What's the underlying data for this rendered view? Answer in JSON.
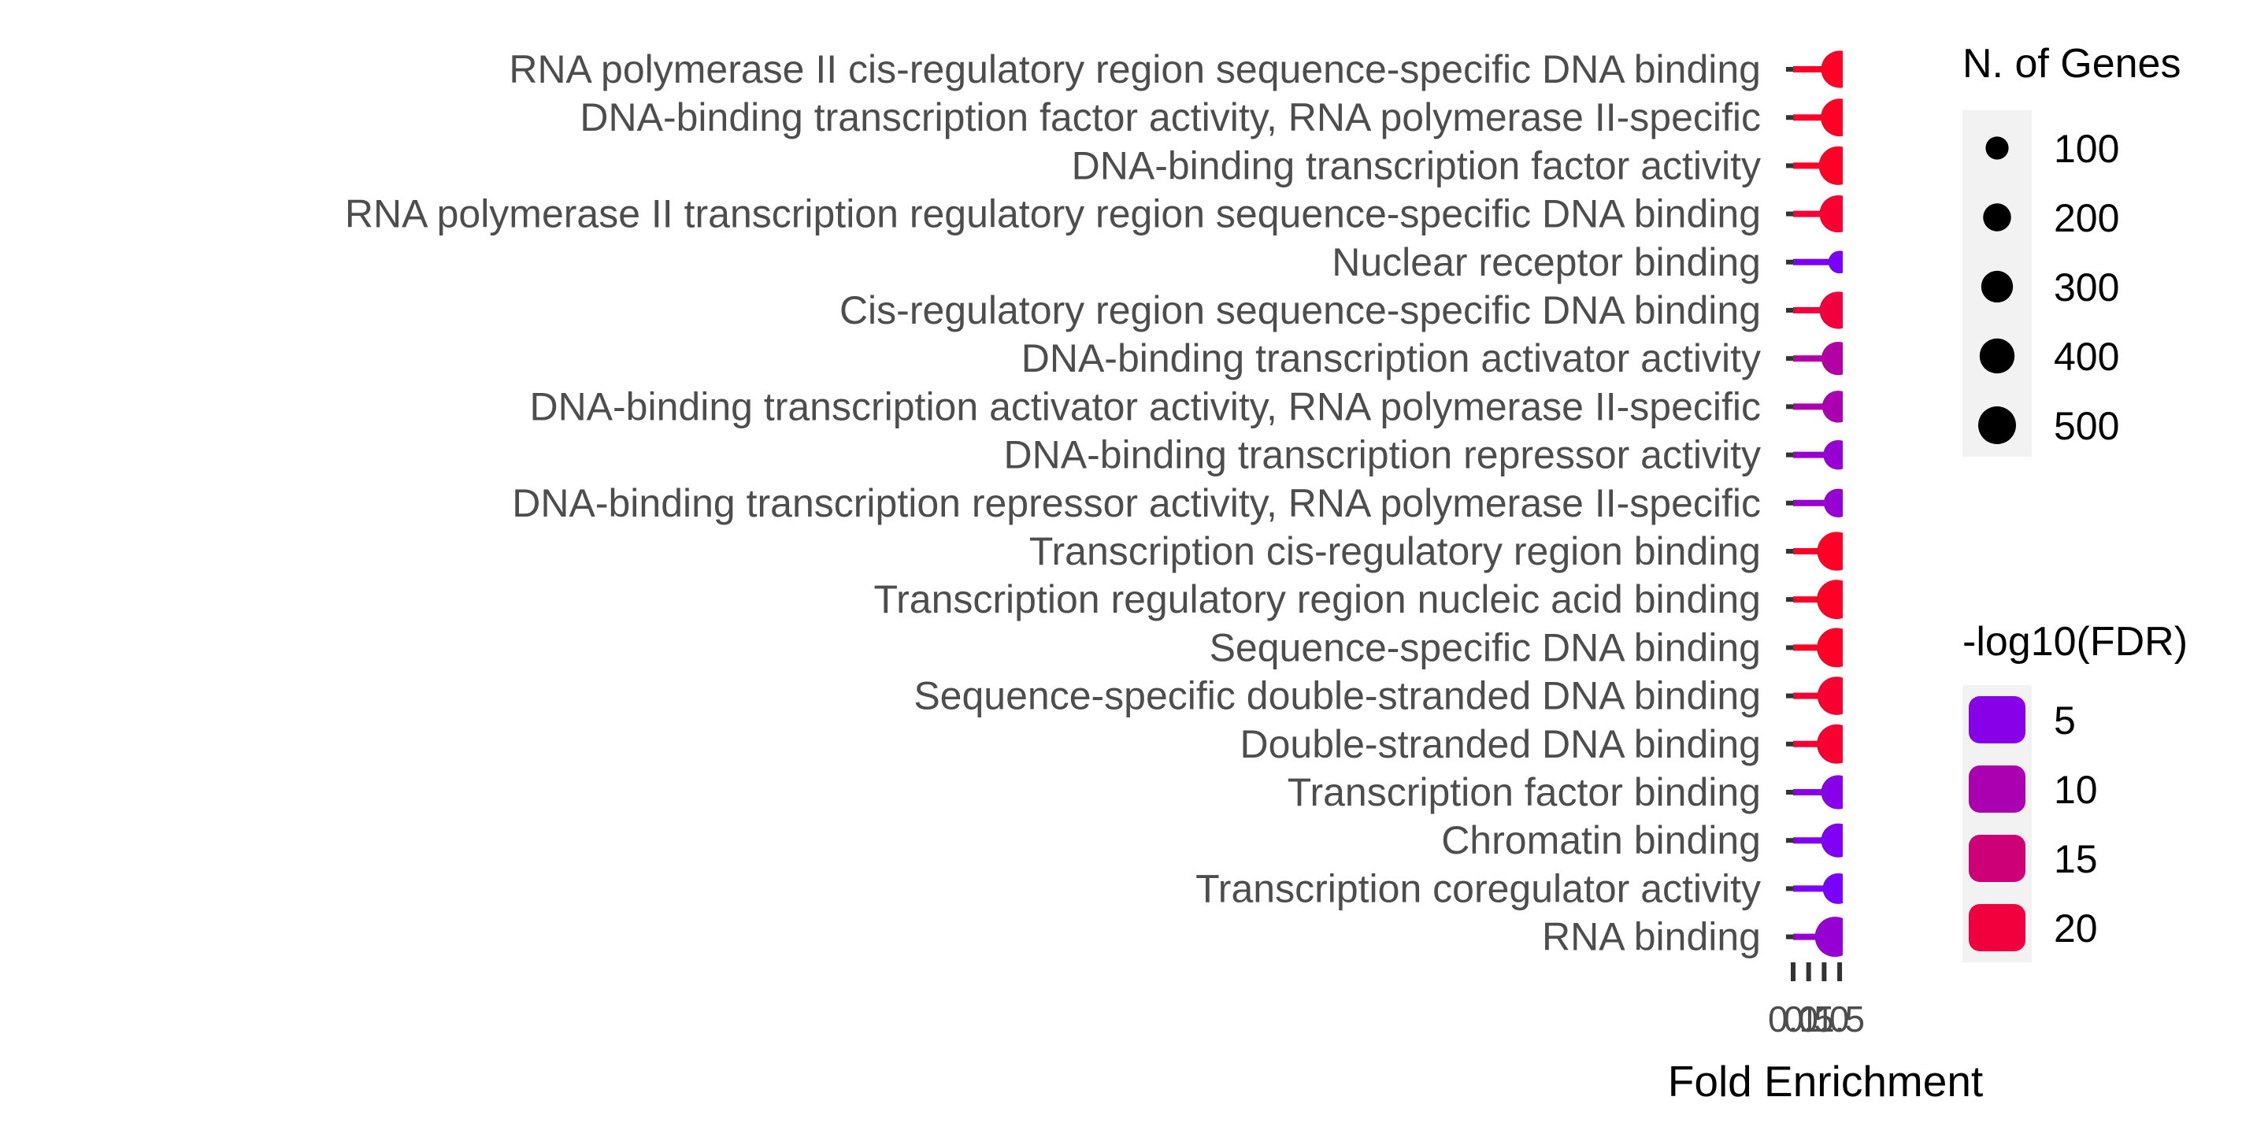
{
  "chart_data": {
    "type": "lollipop",
    "xlabel": "Fold Enrichment",
    "ylabel": "",
    "x_ticks": [
      "0.0",
      "0.5",
      "1.0",
      "1.5"
    ],
    "x_tick_values": [
      0.0,
      0.5,
      1.0,
      1.5
    ],
    "xlim": [
      0,
      1.6
    ],
    "categories": [
      "RNA polymerase II cis-regulatory region sequence-specific DNA binding",
      "DNA-binding transcription factor activity, RNA polymerase II-specific",
      "DNA-binding transcription factor activity",
      "RNA polymerase II transcription regulatory region sequence-specific DNA binding",
      "Nuclear receptor binding",
      "Cis-regulatory region sequence-specific DNA binding",
      "DNA-binding transcription activator activity",
      "DNA-binding transcription activator activity, RNA polymerase II-specific",
      "DNA-binding transcription repressor activity",
      "DNA-binding transcription repressor activity, RNA polymerase II-specific",
      "Transcription cis-regulatory region binding",
      "Transcription regulatory region nucleic acid binding",
      "Sequence-specific DNA binding",
      "Sequence-specific double-stranded DNA binding",
      "Double-stranded DNA binding",
      "Transcription factor binding",
      "Chromatin binding",
      "Transcription coregulator activity",
      "RNA binding"
    ],
    "fold_enrichment": [
      1.5,
      1.5,
      1.45,
      1.45,
      1.5,
      1.45,
      1.45,
      1.45,
      1.45,
      1.45,
      1.4,
      1.4,
      1.4,
      1.4,
      1.4,
      1.45,
      1.45,
      1.45,
      1.35
    ],
    "n_genes": [
      420,
      440,
      470,
      420,
      70,
      420,
      300,
      260,
      200,
      180,
      480,
      500,
      500,
      460,
      500,
      320,
      320,
      230,
      530
    ],
    "neg_log10_fdr": [
      22,
      22,
      22,
      21,
      3,
      20,
      11,
      10,
      7,
      7,
      22,
      22,
      22,
      21,
      21,
      5,
      4,
      3,
      7
    ],
    "size_legend": {
      "title": "N. of Genes",
      "values": [
        "100",
        "200",
        "300",
        "400",
        "500"
      ],
      "numbers": [
        100,
        200,
        300,
        400,
        500
      ]
    },
    "color_legend": {
      "title": "-log10(FDR)",
      "values": [
        "5",
        "10",
        "15",
        "20"
      ],
      "numbers": [
        5,
        10,
        15,
        20
      ],
      "low_color": "#7A00FF",
      "high_color": "#FF0027",
      "range": [
        3,
        22
      ]
    },
    "grid": false
  }
}
